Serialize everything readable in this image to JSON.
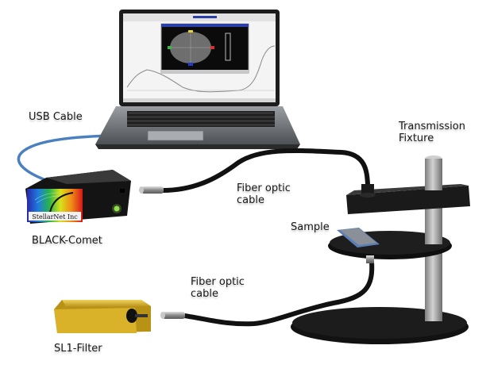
{
  "diagram": {
    "title": "Spectrometer transmission measurement setup",
    "components": [
      {
        "id": "laptop",
        "name": "Laptop with spectrometer software"
      },
      {
        "id": "spectrometer",
        "name": "BLACK-Comet",
        "brand_label": "StellarNet Inc"
      },
      {
        "id": "light-source",
        "name": "SL1-Filter"
      },
      {
        "id": "fixture",
        "name": "Transmission Fixture"
      },
      {
        "id": "sample",
        "name": "Sample"
      }
    ],
    "connections": [
      {
        "from": "laptop",
        "to": "spectrometer",
        "label": "USB Cable"
      },
      {
        "from": "spectrometer",
        "to": "fixture",
        "label": "Fiber optic cable"
      },
      {
        "from": "light-source",
        "to": "fixture",
        "label": "Fiber optic cable"
      }
    ]
  },
  "labels": {
    "usb_cable": "USB Cable",
    "black_comet": "BLACK-Comet",
    "stellarnet": "StellarNet Inc",
    "fiber_top_line1": "Fiber optic",
    "fiber_top_line2": "cable",
    "transmission_line1": "Transmission",
    "transmission_line2": "Fixture",
    "sample": "Sample",
    "fiber_bottom_line1": "Fiber optic",
    "fiber_bottom_line2": "cable",
    "sl1_filter": "SL1-Filter"
  },
  "colors": {
    "usb_cable": "#4a7fc0",
    "fiber_cable": "#111111",
    "spectrometer_body": "#141414",
    "led": "#8fe04a",
    "filter_body": "#d9b22a",
    "fixture_black": "#121212",
    "post_gray": "#a8a8a8",
    "sample_blue": "#5a7fb5"
  }
}
